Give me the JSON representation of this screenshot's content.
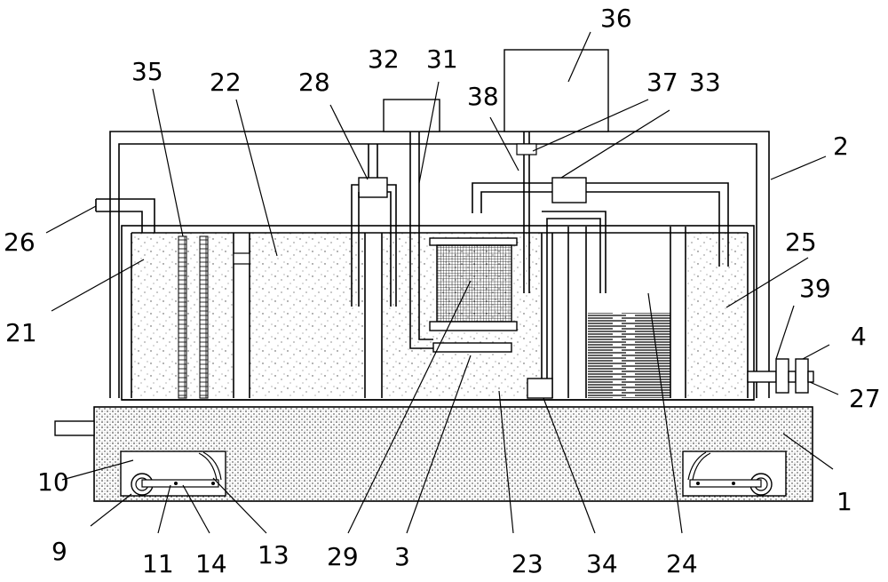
{
  "labels": {
    "l1": "1",
    "l2": "2",
    "l3": "3",
    "l4": "4",
    "l9": "9",
    "l10": "10",
    "l11": "11",
    "l13": "13",
    "l14": "14",
    "l21": "21",
    "l22": "22",
    "l23": "23",
    "l24": "24",
    "l25": "25",
    "l26": "26",
    "l27": "27",
    "l28": "28",
    "l29": "29",
    "l31": "31",
    "l32": "32",
    "l33": "33",
    "l34": "34",
    "l35": "35",
    "l36": "36",
    "l37": "37",
    "l38": "38",
    "l39": "39"
  }
}
